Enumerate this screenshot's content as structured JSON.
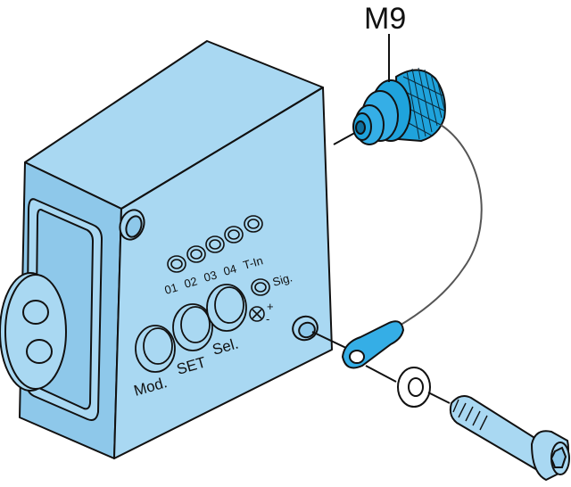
{
  "callout": {
    "connector": "M9"
  },
  "leds": {
    "numbers": [
      "01",
      "02",
      "03",
      "04"
    ],
    "tin": "T-In",
    "signal": "Sig."
  },
  "buttons": {
    "mod": "Mod.",
    "set": "SET",
    "sel": "Sel."
  },
  "potentiometer": {
    "plus": "+",
    "minus": "-"
  },
  "colors": {
    "housing": "#a9d8f2",
    "housing_shade": "#8ec8ea",
    "connector": "#1fa3dc",
    "tag": "#35aee6",
    "outline": "#111111"
  }
}
